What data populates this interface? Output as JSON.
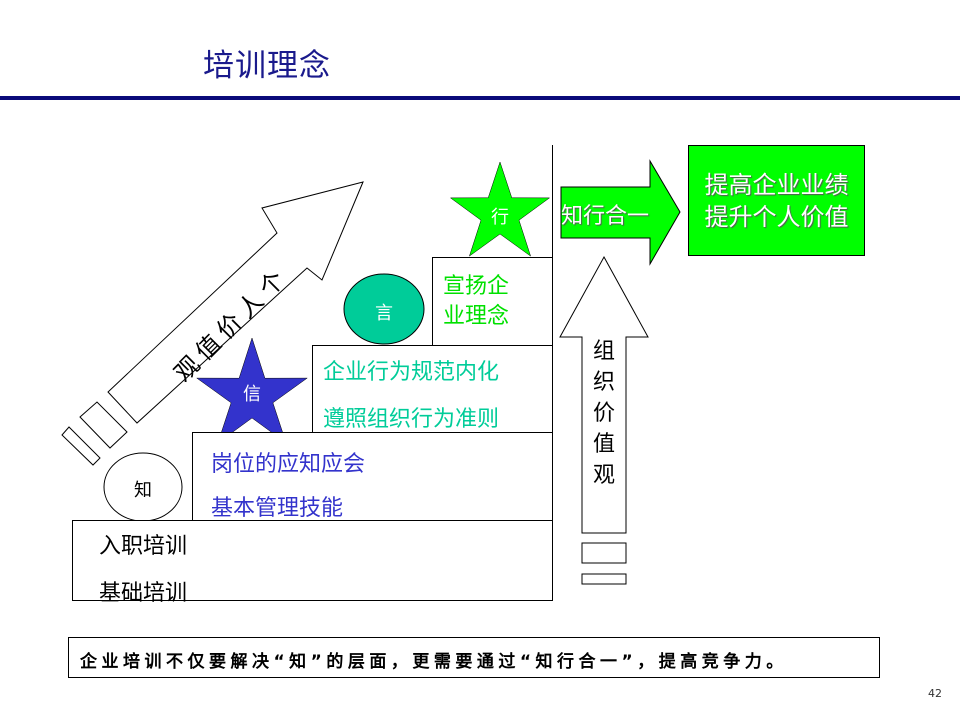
{
  "title": "培训理念",
  "page_number": "42",
  "colors": {
    "title": "#1a1a8c",
    "blue_star": "#3333cc",
    "teal": "#00cc99",
    "green": "#00ff00"
  },
  "steps": [
    {
      "lines": [
        "入职培训",
        "基础培训"
      ],
      "color": "#000000"
    },
    {
      "lines": [
        "岗位的应知应会",
        "基本管理技能"
      ],
      "color": "#3333cc"
    },
    {
      "lines": [
        "企业行为规范内化",
        "遵照组织行为准则"
      ],
      "color": "#00cc99"
    },
    {
      "lines": [
        "宣扬企",
        "业理念"
      ],
      "color": "#00ff00"
    }
  ],
  "markers": {
    "zhi": "知",
    "xin": "信",
    "yan": "言",
    "xing": "行"
  },
  "diagonal_arrow_label": "个人价值观",
  "right_arrow_label": "知行合一",
  "up_arrow_label": "组织价值观",
  "result_box": [
    "提高企业业绩",
    "提升个人价值"
  ],
  "caption": "企业培训不仅要解决“知”的层面，更需要通过“知行合一”，提高竞争力。"
}
